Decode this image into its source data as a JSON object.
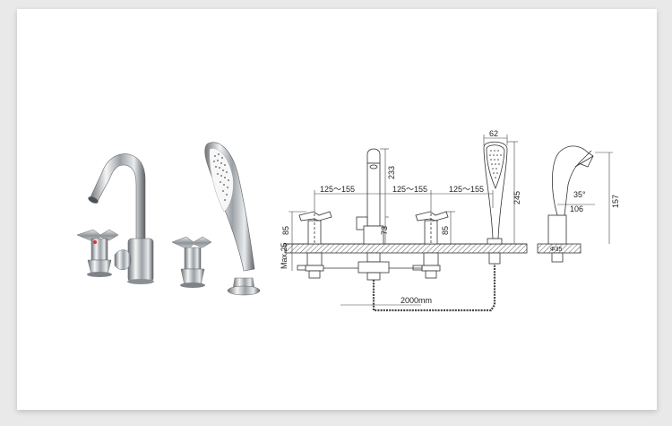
{
  "dimensions": {
    "spacing_1": "125～155",
    "spacing_2": "125～155",
    "spacing_3": "125～155",
    "spout_height": "233",
    "spout_base": "73",
    "handle_height_left": "85",
    "handle_height_right": "85",
    "deck_thickness": "Max.25",
    "hose_length": "2000mm",
    "shower_width": "62",
    "shower_height": "245",
    "side_height": "157",
    "side_reach": "106",
    "side_angle": "35°",
    "side_base": "Φ35"
  }
}
